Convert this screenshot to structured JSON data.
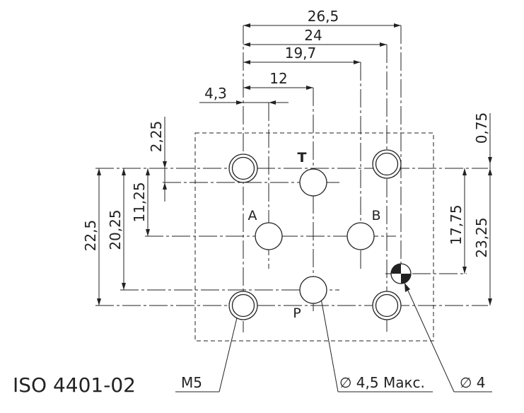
{
  "diagram": {
    "standard": "ISO 4401-02",
    "dimensions": {
      "d_26_5": "26,5",
      "d_24": "24",
      "d_19_7": "19,7",
      "d_12": "12",
      "d_4_3": "4,3",
      "d_2_25": "2,25",
      "d_22_5": "22,5",
      "d_20_25": "20,25",
      "d_11_25": "11,25",
      "d_0_75": "0,75",
      "d_17_75": "17,75",
      "d_23_25": "23,25"
    },
    "ports": {
      "t": "T",
      "a": "A",
      "b": "B",
      "p": "P"
    },
    "callouts": {
      "thread": "M5",
      "port_diameter": "∅ 4,5 Макс.",
      "pin_diameter": "∅ 4"
    }
  }
}
